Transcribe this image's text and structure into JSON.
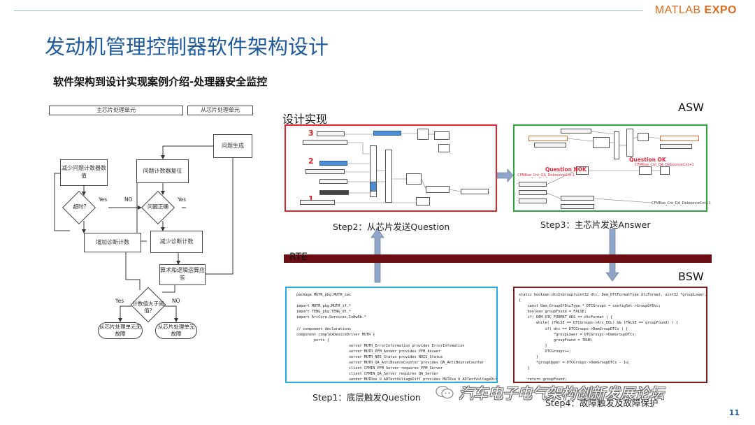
{
  "header": {
    "brand_matlab": "MATLAB",
    "brand_expo": "EXPO",
    "title": "发动机管理控制器软件架构设计",
    "subtitle": "软件架构到设计实现案例介绍-处理器安全监控"
  },
  "flowchart": {
    "lane_main": "主芯片处理单元",
    "lane_sub": "从芯片处理单元",
    "box_problem_gen": "问题生成",
    "box_reduce_counter": "减少问题计数器数值",
    "box_reset_counter": "问题计数器复位",
    "diamond_timeout": "超时?",
    "diamond_correct": "问题正确",
    "label_yes_left": "Yes",
    "label_no_mid": "NO",
    "label_yes_right": "Yes",
    "box_add_diag": "增加诊断计数",
    "box_reduce_diag": "减少诊断计数",
    "box_calc": "算术和逻辑运算应答",
    "diamond_threshold": "计数值大于阈值?",
    "label_yes_bottom": "Yes",
    "label_no_bottom": "NO",
    "oval_sub_fault": "从芯片处理单元无故障",
    "oval_sub_fault2": "从芯片处理单元故障"
  },
  "panel": {
    "label_impl": "设计实现",
    "label_asw": "ASW",
    "label_bsw": "BSW",
    "label_rte": "RTE",
    "step1": "Step1：底层触发Question",
    "step2": "Step2：从芯片发送Question",
    "step3": "Step3：主芯片发送Answer",
    "step4": "Step4：故障触发及故障保护",
    "num3": "3",
    "num2": "2",
    "num1": "1",
    "question_nok": "Question NOK",
    "question_ok": "Question OK",
    "nok_sub": "CFMRxe_Cnt_QA_DebounceCnt-1",
    "ok_sub": "CFMRxe_Cnt_QA_DebounceCnt+1",
    "code_left": "package MUTR_pkg.MUTR_swc\n\nimport MUTR_pkg.MUTR_if.*\nimport TENG_pkg.TENG_dt.*\nimport ArcCore.Services.IoHwAb.*\n\n// component declarations\ncomponent complexDeviceDriver MUTR {\n        ports {\n                        server MUTR_ErrorInformation provides ErrorInfomation\n                        server MUTR_PFM_Answer provides PFM_Answer\n                        server MUTR_NOS_Status provides NOIS_Status\n                        server MUTR_QA_AntiBounceCounter provides QA_AntiBounceCounter\n                        client CFMIN_PFM_Server requires PFM_Server\n                        client CFMIN_QA_Server requires QA_Server\n                        sender MUTRxe_U_ADTestVoltageDiff provides MUTRxe_U_ADTestVoltageDiff\n        client MUTR_AdcSV_Read requires AnalogServiceRead\n                }\n}",
    "code_right": "static boolean dtcInGroup(uint32 dtc, Dem_DTCFormatType dtcFormat, uint32 *groupLower, uint32 *groupUpper)\n{\n    const Dem_GroupOfDtcType * DTCGroups = configSet->GroupOfDtc;\n    boolean groupFound = FALSE;\n    if( DEM_DTC_FORMAT_UDS == dtcFormat ) {\n        while( (FALSE == DTCGroups->Arc_EOL) && (FALSE == groupFound) ) {\n            if( dtc == DTCGroups->DemGroupDTCs ) {\n                *groupLower = DTCGroups->DemGroupDTCs;\n                groupFound = TRUE;\n            }\n            DTCGroups++;\n        }\n        *groupUpper = DTCGroups->DemGroupDTCs - 1u;\n    }\n\n    return groupFound;\n}",
    "watermark": "汽车电子电气架构创新发展论坛"
  },
  "colors": {
    "title": "#1e5a9c",
    "brand": "#e06a1b",
    "frame_red": "#e0242a",
    "frame_green": "#2aa838",
    "frame_cyan": "#29a9e0",
    "frame_maroon": "#7a1a1a",
    "rte_bar": "#6b0f14",
    "arrow": "#8fa5c8"
  },
  "page": {
    "number": "11"
  }
}
